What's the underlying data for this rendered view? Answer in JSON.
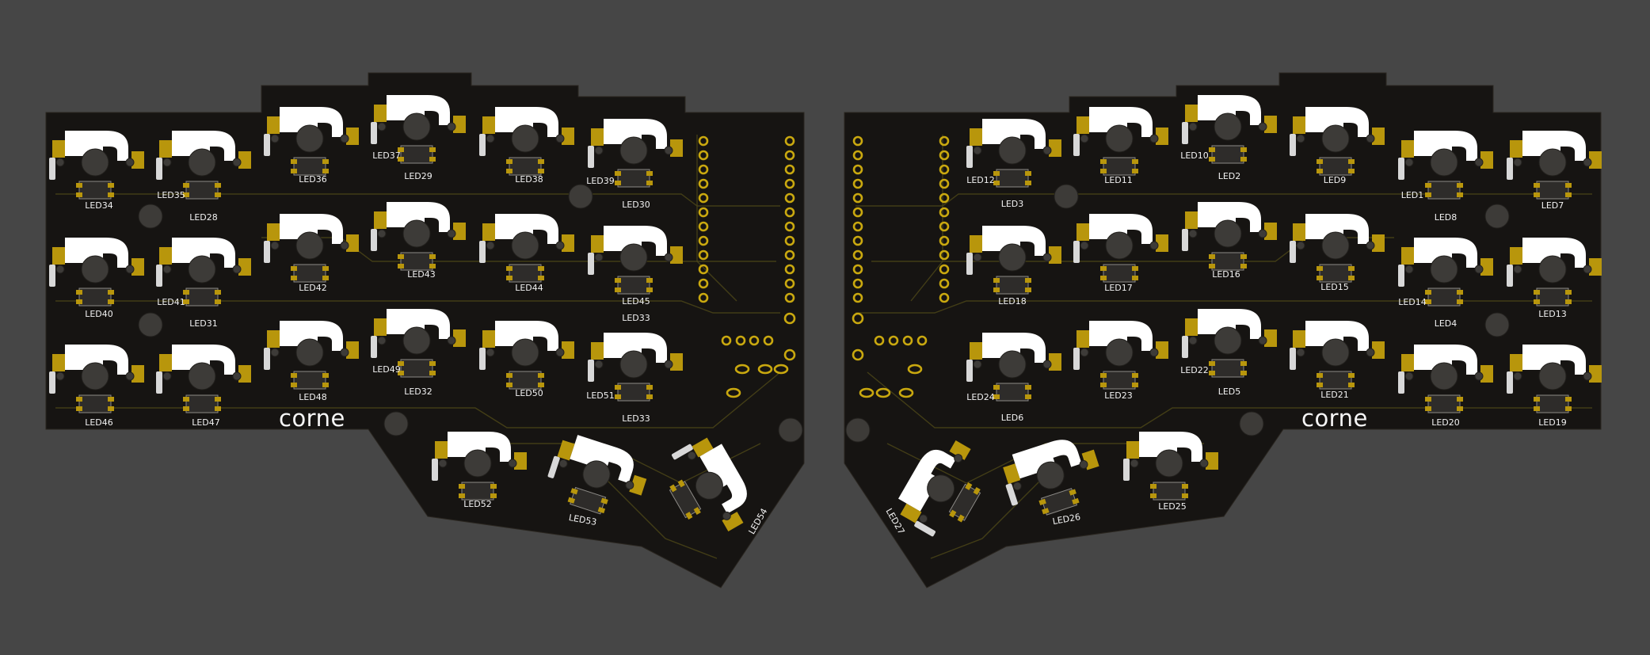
{
  "colors": {
    "background": "#464646",
    "board": "#161412",
    "copper_pad": "#b8960c",
    "silkscreen": "#f2f2f2",
    "trace": "#4a4418"
  },
  "left_half": {
    "logo": "corne",
    "led_labels": [
      "LED34",
      "LED35",
      "LED28",
      "LED36",
      "LED37",
      "LED29",
      "LED38",
      "LED39",
      "LED30",
      "LED40",
      "LED41",
      "LED31",
      "LED42",
      "LED43",
      "LED44",
      "LED45",
      "LED33",
      "LED46",
      "LED47",
      "LED48",
      "LED49",
      "LED32",
      "LED50",
      "LED51",
      "LED33",
      "LED52",
      "LED53",
      "LED54"
    ]
  },
  "right_half": {
    "logo": "corne",
    "led_labels": [
      "LED12",
      "LED11",
      "LED10",
      "LED2",
      "LED9",
      "LED1",
      "LED7",
      "LED3",
      "LED8",
      "LED18",
      "LED17",
      "LED16",
      "LED15",
      "LED14",
      "LED13",
      "LED4",
      "LED24",
      "LED23",
      "LED22",
      "LED5",
      "LED21",
      "LED20",
      "LED19",
      "LED6",
      "LED27",
      "LED26",
      "LED25"
    ]
  }
}
